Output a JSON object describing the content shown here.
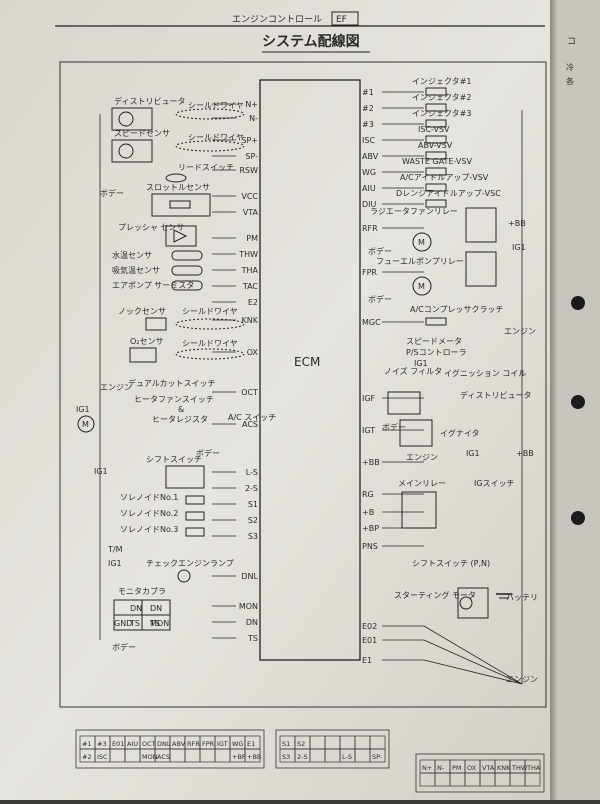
{
  "header": {
    "section": "エンジンコントロール",
    "page_code": "EF",
    "side_tab": "コ",
    "side_tab2": "冷",
    "side_tab3": "各"
  },
  "title": "システム配線図",
  "ecm_label": "ECM",
  "ecm_pins_left": [
    "N+",
    "N-",
    "SP+",
    "SP-",
    "RSW",
    "VCC",
    "VTA",
    "PM",
    "THW",
    "THA",
    "TAC",
    "E2",
    "KNK",
    "OX",
    "OCT",
    "ACS",
    "L-S",
    "2-S",
    "S1",
    "S2",
    "S3",
    "DNL",
    "MON",
    "DN",
    "TS"
  ],
  "ecm_pins_right": [
    "#1",
    "#2",
    "#3",
    "ISC",
    "ABV",
    "WG",
    "AIU",
    "DIU",
    "RFR",
    "FPR",
    "MGC",
    "IGF",
    "IGT",
    "+BB",
    "RG",
    "+B",
    "+BP",
    "PNS",
    "E02",
    "E01",
    "E1"
  ],
  "left_components": {
    "distributor": "ディストリビュータ",
    "speed_sensor": "スピードセンサ",
    "shield_wire": "シールドワイヤ",
    "reed_switch": "リードスイッチ",
    "body": "ボデー",
    "throttle_sensor": "スロットルセンサ",
    "pressure_sensor": "プレッシャ センサ",
    "coolant_sensor": "水温センサ",
    "intake_temp_sensor": "吸気温センサ",
    "air_pump_thermistor": "エアポンプ サーミスタ",
    "knock_sensor": "ノックセンサ",
    "o2_sensor": "O₂センサ",
    "engine": "エンジン",
    "dual_cut_switch": "デュアルカットスイッチ",
    "heater_fan_switch": "ヒータファンスイッチ",
    "amp": "&",
    "heater_register": "ヒータレジスタ",
    "ac_switch": "A/C スイッチ",
    "ig1": "IG1",
    "shift_switch": "シフトスイッチ",
    "solenoid1": "ソレノイドNo.1",
    "solenoid2": "ソレノイドNo.2",
    "solenoid3": "ソレノイドNo.3",
    "tm": "T/M",
    "check_engine_lamp": "チェックエンジンランプ",
    "monitor_coupler": "モニタカプラ",
    "coupler_cells": [
      "DN",
      "DN",
      "TS",
      "TS"
    ],
    "gnd": "GND",
    "mon": "MON"
  },
  "right_components": {
    "injector1": "インジェクタ#1",
    "injector2": "インジェクタ#2",
    "injector3": "インジェクタ#3",
    "isc_vsv": "ISC-VSV",
    "abv_vsv": "ABV-VSV",
    "wastegate_vsv": "WASTE GATE-VSV",
    "ac_idle_up_vsv": "A/Cアイドルアップ-VSV",
    "d_range_idle_up_vsc": "Dレンジアイドルアップ-VSC",
    "radiator_fan_relay": "ラジエータファンリレー",
    "plus_bb": "+BB",
    "fuel_pump_relay": "フューエルポンプリレー",
    "ac_compressor_clutch": "A/Cコンプレッサクラッチ",
    "speedometer": "スピードメータ",
    "ps_controller": "P/Sコントローラ",
    "noise_filter": "ノイズ フィルタ",
    "ignition_coil": "イグニッション コイル",
    "distributor": "ディストリビュータ",
    "igniter": "イグナイタ",
    "main_relay": "メインリレー",
    "ig_switch": "IGスイッチ",
    "shift_switch_pn": "シフトスイッチ (P,N)",
    "starting_motor": "スターティング モータ",
    "battery": "バッテリ",
    "motor_symbol": "M"
  },
  "connectors": {
    "c1_top": [
      "#1",
      "#3",
      "E01",
      "AIU",
      "OCT",
      "DNL",
      "ABV",
      "RFR",
      "FPR",
      "IGT",
      "WG",
      "E1"
    ],
    "c1_bottom": [
      "#2",
      "ISC",
      "",
      "",
      "MON",
      "ACS",
      "",
      "",
      "",
      "",
      "+BP",
      "+BB"
    ],
    "c2_top": [
      "S1",
      "S2",
      "",
      "",
      "",
      "",
      ""
    ],
    "c2_bottom": [
      "S3",
      "2-S",
      "",
      "",
      "L-S",
      "",
      "SP-"
    ],
    "c3_top": [
      "N+",
      "N-",
      "PM",
      "OX",
      "VTA",
      "KNK",
      "THW",
      "THA"
    ],
    "c3_bottom": [
      "",
      "",
      "",
      "",
      "",
      "",
      "",
      ""
    ]
  }
}
